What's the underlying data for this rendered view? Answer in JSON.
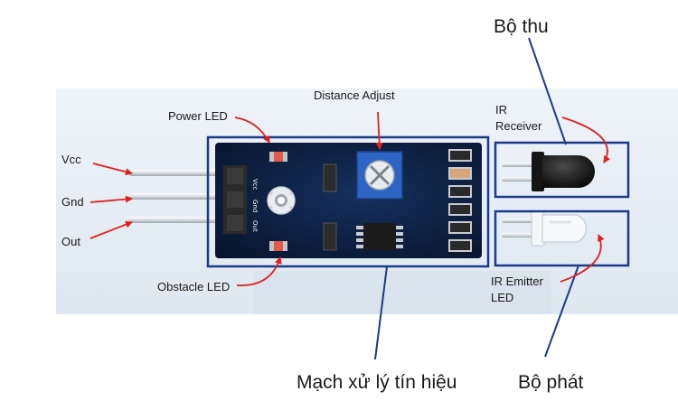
{
  "labels": {
    "power_led": "Power LED",
    "distance_adjust": "Distance Adjust",
    "ir_receiver_line1": "IR",
    "ir_receiver_line2": "Receiver",
    "vcc": "Vcc",
    "gnd": "Gnd",
    "out": "Out",
    "obstacle_led": "Obstacle LED",
    "ir_emitter_line1": "IR Emitter",
    "ir_emitter_line2": "LED",
    "receiver_vn": "Bộ thu",
    "emitter_vn": "Bộ phát",
    "processing_vn": "Mạch xử lý tín hiệu"
  },
  "pin_labels": {
    "vcc": "Vcc",
    "gnd": "Gnd",
    "out": "Out"
  },
  "colors": {
    "board": "#0d1d3d",
    "frame": "#1a3a8a",
    "arrow": "#e02020",
    "background_band": "#e4ecf4"
  }
}
